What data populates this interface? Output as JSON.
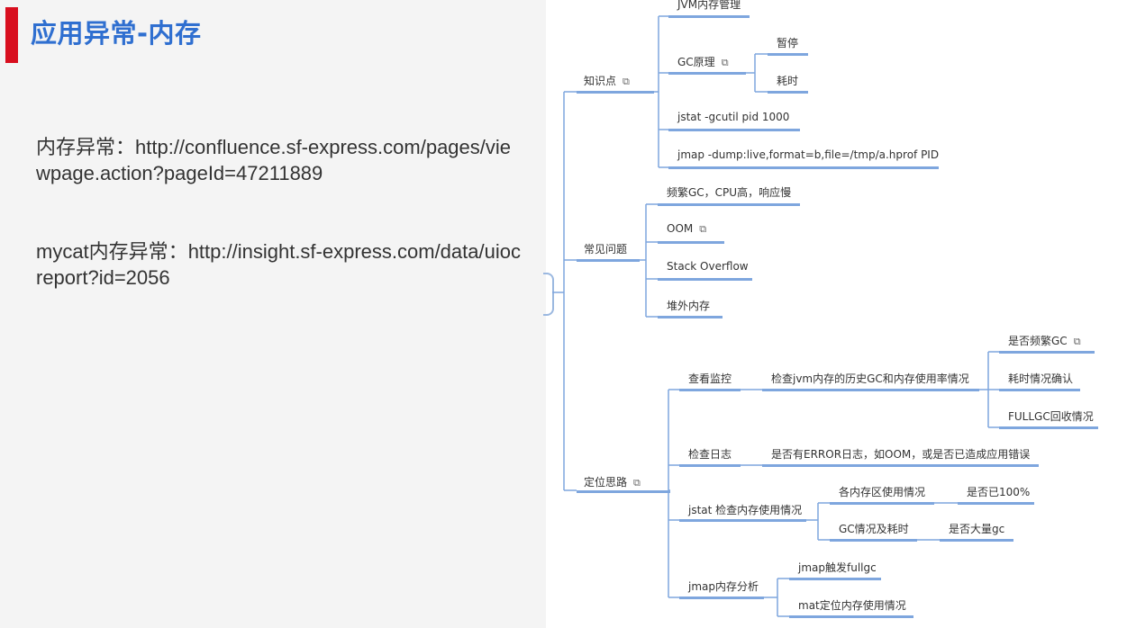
{
  "title": "应用异常-内存",
  "links": [
    {
      "label": "内存异常：",
      "url": "http://confluence.sf-express.com/pages/viewpage.action?pageId=47211889"
    },
    {
      "label": "mycat内存异常：",
      "url": "http://insight.sf-express.com/data/uiocreport?id=2056"
    }
  ],
  "mindmap": {
    "knowledge": "知识点",
    "jvm_memory": "JVM内存管理",
    "gc_principle": "GC原理",
    "pause": "暂停",
    "time_cost": "耗时",
    "jstat_cmd": "jstat -gcutil pid 1000",
    "jmap_cmd": "jmap -dump:live,format=b,file=/tmp/a.hprof PID",
    "common_issues": "常见问题",
    "frequent_gc": "频繁GC，CPU高，响应慢",
    "oom": "OOM",
    "stack_overflow": "Stack Overflow",
    "offheap": "堆外内存",
    "locate": "定位思路",
    "check_monitor": "查看监控",
    "check_history": "检查jvm内存的历史GC和内存使用率情况",
    "frequent_gc_q": "是否频繁GC",
    "time_confirm": "耗时情况确认",
    "fullgc_recycle": "FULLGC回收情况",
    "check_log": "检查日志",
    "error_log": "是否有ERROR日志，如OOM，或是否已造成应用错误",
    "jstat_check": "jstat 检查内存使用情况",
    "area_usage": "各内存区使用情况",
    "full_100": "是否已100%",
    "gc_time": "GC情况及耗时",
    "many_gc": "是否大量gc",
    "jmap_analysis": "jmap内存分析",
    "jmap_fullgc": "jmap触发fullgc",
    "mat_locate": "mat定位内存使用情况"
  }
}
